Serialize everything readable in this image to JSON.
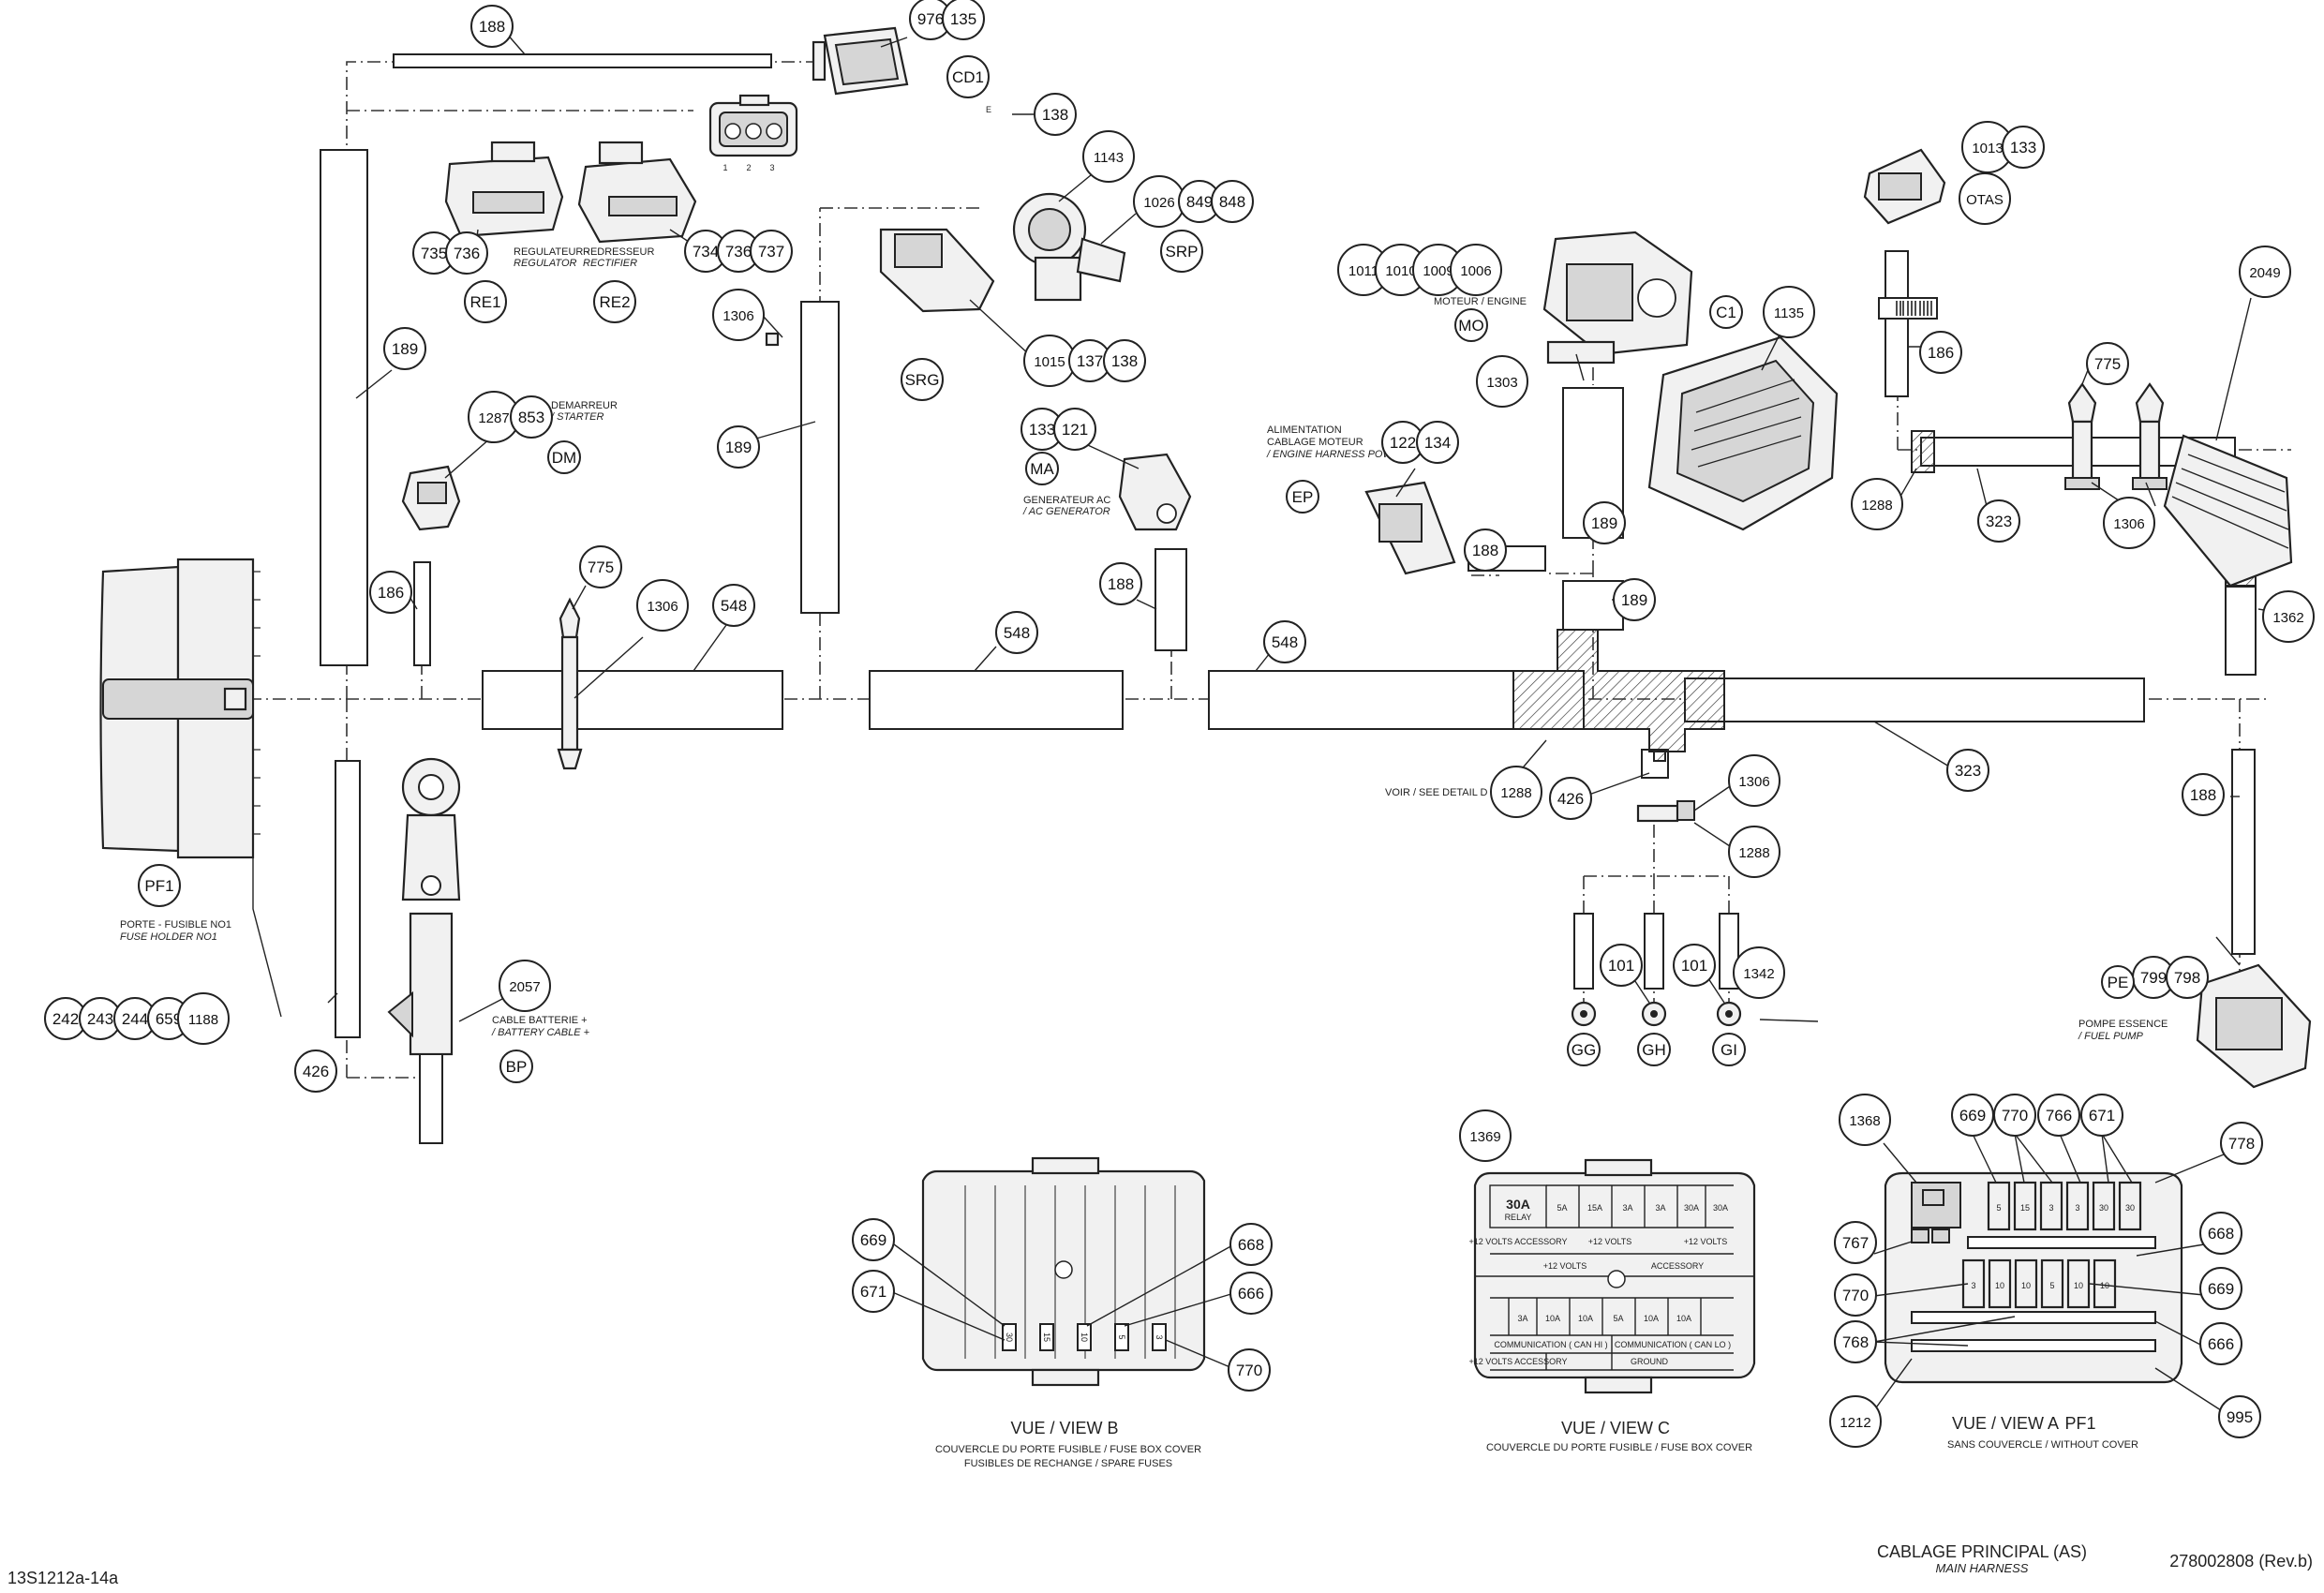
{
  "document": {
    "ref_code": "13S1212a-14a",
    "part_number": "278002808 (Rev.b)",
    "title": "CABLAGE PRINCIPAL (AS)",
    "title_en": "MAIN HARNESS"
  },
  "labels": {
    "regulateur": "REGULATEUR -",
    "regulator": "REGULATOR",
    "redresseur": "REDRESSEUR",
    "rectifier": "RECTIFIER",
    "demarreur": "DEMARREUR",
    "starter": "/ STARTER",
    "generateur": "GENERATEUR AC",
    "ac_generator": "/ AC GENERATOR",
    "alimentation": "ALIMENTATION",
    "cablage_moteur": "CABLAGE MOTEUR",
    "engine_harness_power": "/ ENGINE HARNESS POWER",
    "moteur": "MOTEUR / ENGINE",
    "porte_fusible": "PORTE - FUSIBLE NO1",
    "fuse_holder": "FUSE HOLDER NO1",
    "cable_batterie": "CABLE BATTERIE +",
    "battery_cable": "/ BATTERY CABLE +",
    "voir_detail": "VOIR / SEE DETAIL D",
    "pompe_essence": "POMPE ESSENCE",
    "fuel_pump": "/ FUEL PUMP",
    "pin1": "1",
    "pin2": "2",
    "pin3": "3",
    "cd1_pin": "E"
  },
  "codes": {
    "CD1": "CD1",
    "RE1": "RE1",
    "RE2": "RE2",
    "SRP": "SRP",
    "SRG": "SRG",
    "DM": "DM",
    "MA": "MA",
    "EP": "EP",
    "MO": "MO",
    "C1": "C1",
    "OTAS": "OTAS",
    "PF1": "PF1",
    "BP": "BP",
    "GG": "GG",
    "GH": "GH",
    "GI": "GI",
    "PE": "PE"
  },
  "callouts": {
    "c188a": "188",
    "c976": "976",
    "c135": "135",
    "c138a": "138",
    "c735": "735",
    "c736a": "736",
    "c734": "734",
    "c736b": "736",
    "c737": "737",
    "c1143": "1143",
    "c1026": "1026",
    "c849": "849",
    "c848": "848",
    "c1306a": "1306",
    "c1015": "1015",
    "c137": "137",
    "c138b": "138",
    "c189a": "189",
    "c1287": "1287",
    "c853": "853",
    "c189b": "189",
    "c133a": "133",
    "c121": "121",
    "c186a": "186",
    "c775a": "775",
    "c1306b": "1306",
    "c548a": "548",
    "c548b": "548",
    "c188b": "188",
    "c548c": "548",
    "c122": "122",
    "c134": "134",
    "c188c": "188",
    "c1011": "1011",
    "c1010": "1010",
    "c1009": "1009",
    "c1006": "1006",
    "c1303": "1303",
    "c1135": "1135",
    "c189c": "189",
    "c189d": "189",
    "c1013": "1013",
    "c133b": "133",
    "c186b": "186",
    "c775b": "775",
    "c2049": "2049",
    "c1288a": "1288",
    "c323a": "323",
    "c1306c": "1306",
    "c1362": "1362",
    "c1288b": "1288",
    "c426a": "426",
    "c1306d": "1306",
    "c1288c": "1288",
    "c323b": "323",
    "c188d": "188",
    "c101a": "101",
    "c101b": "101",
    "c1342": "1342",
    "c799": "799",
    "c798": "798",
    "c242": "242",
    "c243": "243",
    "c244": "244",
    "c659": "659",
    "c1188": "1188",
    "c2057": "2057",
    "c426b": "426",
    "c669a": "669",
    "c671a": "671",
    "c668a": "668",
    "c666a": "666",
    "c770a": "770",
    "c1369": "1369",
    "c1368": "1368",
    "c669b": "669",
    "c770b": "770",
    "c766": "766",
    "c671b": "671",
    "c778": "778",
    "c767": "767",
    "c668b": "668",
    "c770c": "770",
    "c669c": "669",
    "c768": "768",
    "c666b": "666",
    "c1212": "1212",
    "c995": "995"
  },
  "view_b": {
    "title": "VUE / VIEW B",
    "caption1": "COUVERCLE DU PORTE FUSIBLE / FUSE BOX COVER",
    "caption2": "FUSIBLES DE RECHANGE / SPARE FUSES",
    "fuses": [
      "30",
      "15",
      "10",
      "5",
      "3"
    ]
  },
  "view_c": {
    "title": "VUE / VIEW C",
    "caption": "COUVERCLE DU PORTE FUSIBLE / FUSE BOX COVER",
    "relay": "30A",
    "relay_sub": "RELAY",
    "row1": [
      "5A",
      "15A",
      "3A",
      "3A",
      "30A",
      "30A"
    ],
    "accessory12": "+12 VOLTS ACCESSORY",
    "volts12": "+12 VOLTS",
    "volts12b": "+12 VOLTS",
    "volts_mid": "+12    VOLTS",
    "accessory": "ACCESSORY",
    "row2": [
      "3A",
      "10A",
      "10A",
      "5A",
      "10A",
      "10A"
    ],
    "comm_hi": "COMMUNICATION  ( CAN HI )",
    "comm_lo": "COMMUNICATION  ( CAN LO )",
    "accessory12b": "+12 VOLTS ACCESSORY",
    "ground": "GROUND"
  },
  "view_a": {
    "title": "VUE / VIEW A",
    "ref": "PF1",
    "caption": "SANS COUVERCLE / WITHOUT COVER",
    "fuses_top": [
      "5",
      "15",
      "3",
      "3",
      "30",
      "30"
    ],
    "fuses_bot": [
      "3",
      "10",
      "10",
      "5",
      "10",
      "10"
    ]
  }
}
